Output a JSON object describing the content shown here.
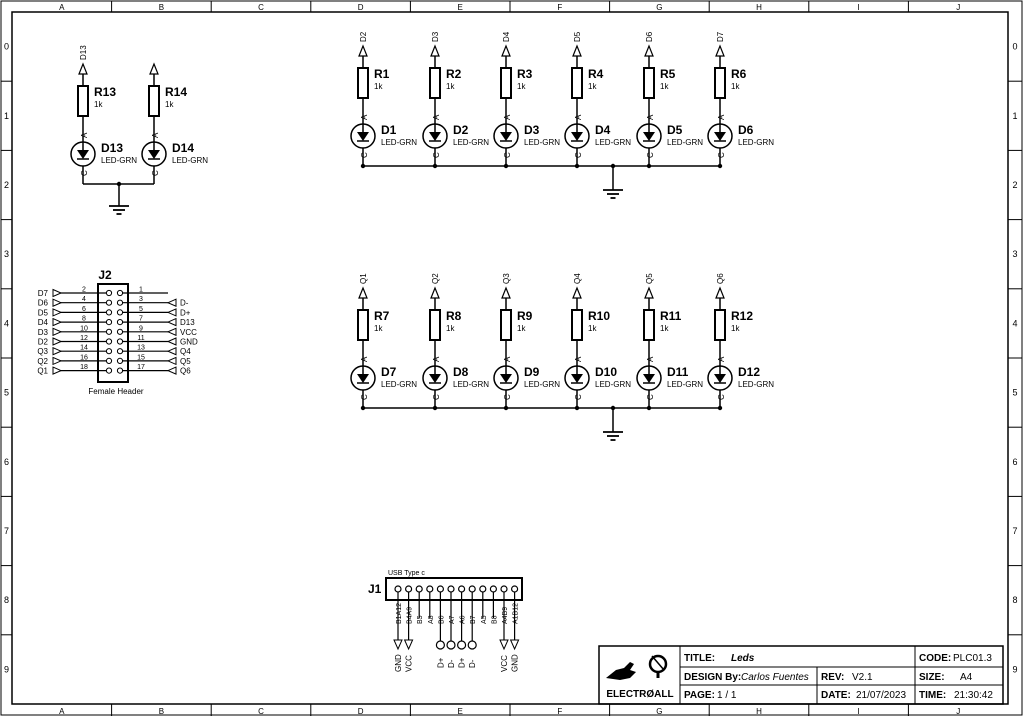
{
  "frame": {
    "columns": [
      "A",
      "B",
      "C",
      "D",
      "E",
      "F",
      "G",
      "H",
      "I",
      "J"
    ],
    "rows": [
      "0",
      "1",
      "2",
      "3",
      "4",
      "5",
      "6",
      "7",
      "8",
      "9"
    ]
  },
  "top_leds": [
    {
      "net": "D2",
      "res": "R1",
      "res_val": "1k",
      "led": "D1",
      "led_val": "LED-GRN"
    },
    {
      "net": "D3",
      "res": "R2",
      "res_val": "1k",
      "led": "D2",
      "led_val": "LED-GRN"
    },
    {
      "net": "D4",
      "res": "R3",
      "res_val": "1k",
      "led": "D3",
      "led_val": "LED-GRN"
    },
    {
      "net": "D5",
      "res": "R4",
      "res_val": "1k",
      "led": "D4",
      "led_val": "LED-GRN"
    },
    {
      "net": "D6",
      "res": "R5",
      "res_val": "1k",
      "led": "D5",
      "led_val": "LED-GRN"
    },
    {
      "net": "D7",
      "res": "R6",
      "res_val": "1k",
      "led": "D6",
      "led_val": "LED-GRN"
    }
  ],
  "bottom_leds": [
    {
      "net": "Q1",
      "res": "R7",
      "res_val": "1k",
      "led": "D7",
      "led_val": "LED-GRN"
    },
    {
      "net": "Q2",
      "res": "R8",
      "res_val": "1k",
      "led": "D8",
      "led_val": "LED-GRN"
    },
    {
      "net": "Q3",
      "res": "R9",
      "res_val": "1k",
      "led": "D9",
      "led_val": "LED-GRN"
    },
    {
      "net": "Q4",
      "res": "R10",
      "res_val": "1k",
      "led": "D10",
      "led_val": "LED-GRN"
    },
    {
      "net": "Q5",
      "res": "R11",
      "res_val": "1k",
      "led": "D11",
      "led_val": "LED-GRN"
    },
    {
      "net": "Q6",
      "res": "R12",
      "res_val": "1k",
      "led": "D12",
      "led_val": "LED-GRN"
    }
  ],
  "left_leds": [
    {
      "net": "D13",
      "res": "R13",
      "res_val": "1k",
      "led": "D13",
      "led_val": "LED-GRN"
    },
    {
      "net": "",
      "res": "R14",
      "res_val": "1k",
      "led": "D14",
      "led_val": "LED-GRN"
    }
  ],
  "pin_a": "A",
  "pin_c": "C",
  "header": {
    "ref": "J2",
    "name": "Female Header",
    "left_nets": [
      "D7",
      "D6",
      "D5",
      "D4",
      "D3",
      "D2",
      "Q3",
      "Q2",
      "Q1"
    ],
    "left_pins": [
      "2",
      "4",
      "6",
      "8",
      "10",
      "12",
      "14",
      "16",
      "18"
    ],
    "right_pins": [
      "1",
      "3",
      "5",
      "7",
      "9",
      "11",
      "13",
      "15",
      "17"
    ],
    "right_nets": [
      "D-",
      "D+",
      "D13",
      "VCC",
      "GND",
      "Q4",
      "Q5",
      "Q6"
    ]
  },
  "usb": {
    "ref": "J1",
    "name": "USB Type c",
    "pins": [
      "B1A12",
      "B4A9",
      "B5",
      "A8",
      "B6",
      "A7",
      "A6",
      "B7",
      "A5",
      "B8",
      "A4B9",
      "A1B12"
    ],
    "nets_left": [
      "GND",
      "VCC"
    ],
    "nets_mid": [
      "D+",
      "D-",
      "D+",
      "D-"
    ],
    "nets_right": [
      "VCC",
      "GND"
    ]
  },
  "title_block": {
    "company": "ELECTRØALL",
    "title_label": "TITLE:",
    "title": "Leds",
    "code_label": "CODE:",
    "code": "PLC01.3",
    "design_label": "DESIGN By:",
    "designer": "Carlos Fuentes",
    "rev_label": "REV:",
    "rev": "V2.1",
    "size_label": "SIZE:",
    "size": "A4",
    "page_label": "PAGE:",
    "page": "1 / 1",
    "date_label": "DATE:",
    "date": "21/07/2023",
    "time_label": "TIME:",
    "time": "21:30:42"
  }
}
